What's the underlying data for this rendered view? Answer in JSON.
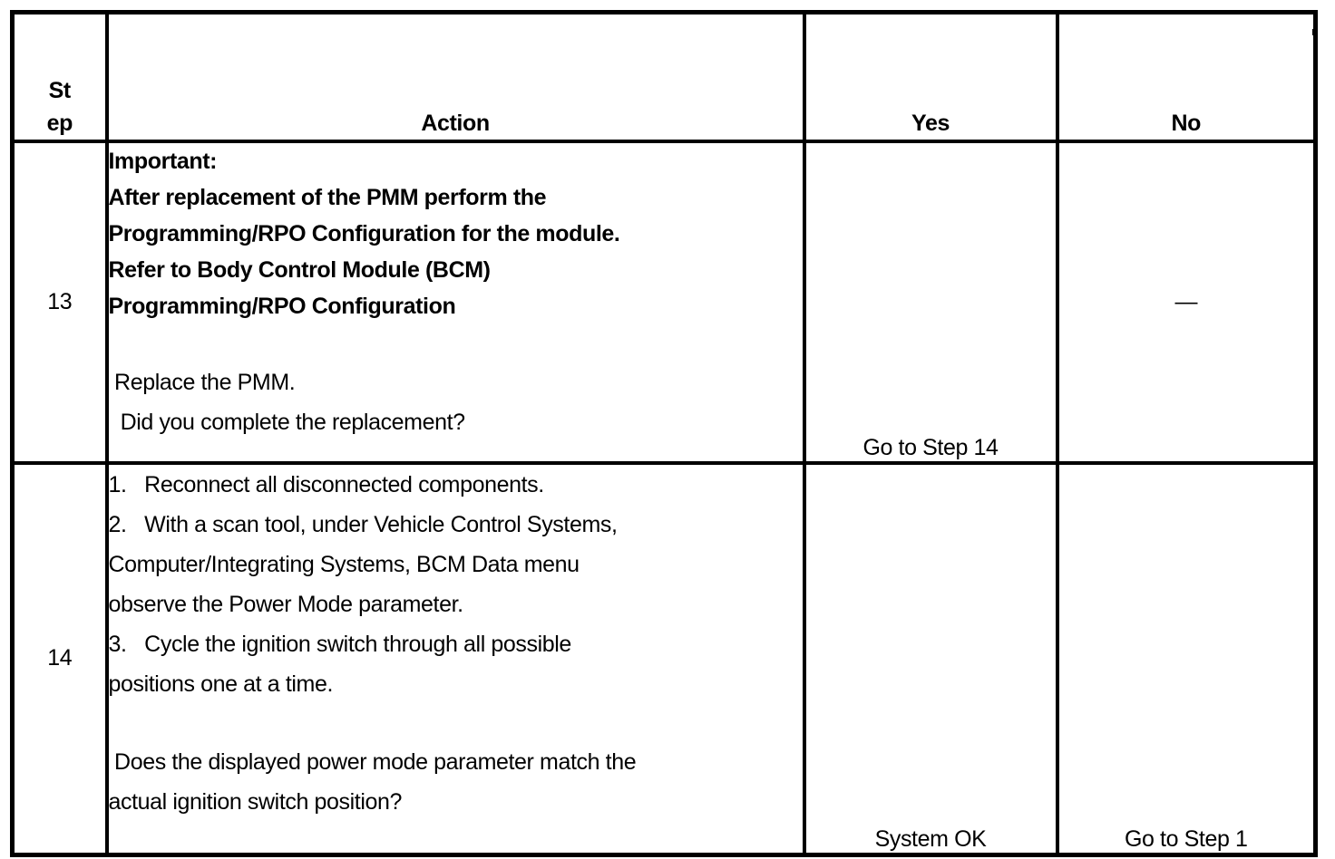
{
  "table": {
    "headers": {
      "step_line1": "St",
      "step_line2": "ep",
      "action": "Action",
      "yes": "Yes",
      "no": "No"
    },
    "rows": [
      {
        "step": "13",
        "important_lines": [
          "Important:",
          "After replacement of the PMM perform the",
          "Programming/RPO Configuration for the module.",
          "Refer to Body Control Module (BCM)",
          "Programming/RPO Configuration"
        ],
        "action_lines": [
          " Replace the PMM.",
          "  Did you complete the replacement?"
        ],
        "yes": "Go to Step 14",
        "no": "—"
      },
      {
        "step": "14",
        "action_lines": [
          "1.   Reconnect all disconnected components.",
          "2.   With a scan tool, under Vehicle Control Systems,",
          "Computer/Integrating Systems, BCM Data menu",
          "observe the Power Mode parameter.",
          "3.   Cycle the ignition switch through all possible",
          "positions one at a time."
        ],
        "question_lines": [
          " Does the displayed power mode parameter match the",
          "actual ignition switch position?"
        ],
        "yes": "System OK",
        "no": "Go to Step 1"
      }
    ]
  }
}
